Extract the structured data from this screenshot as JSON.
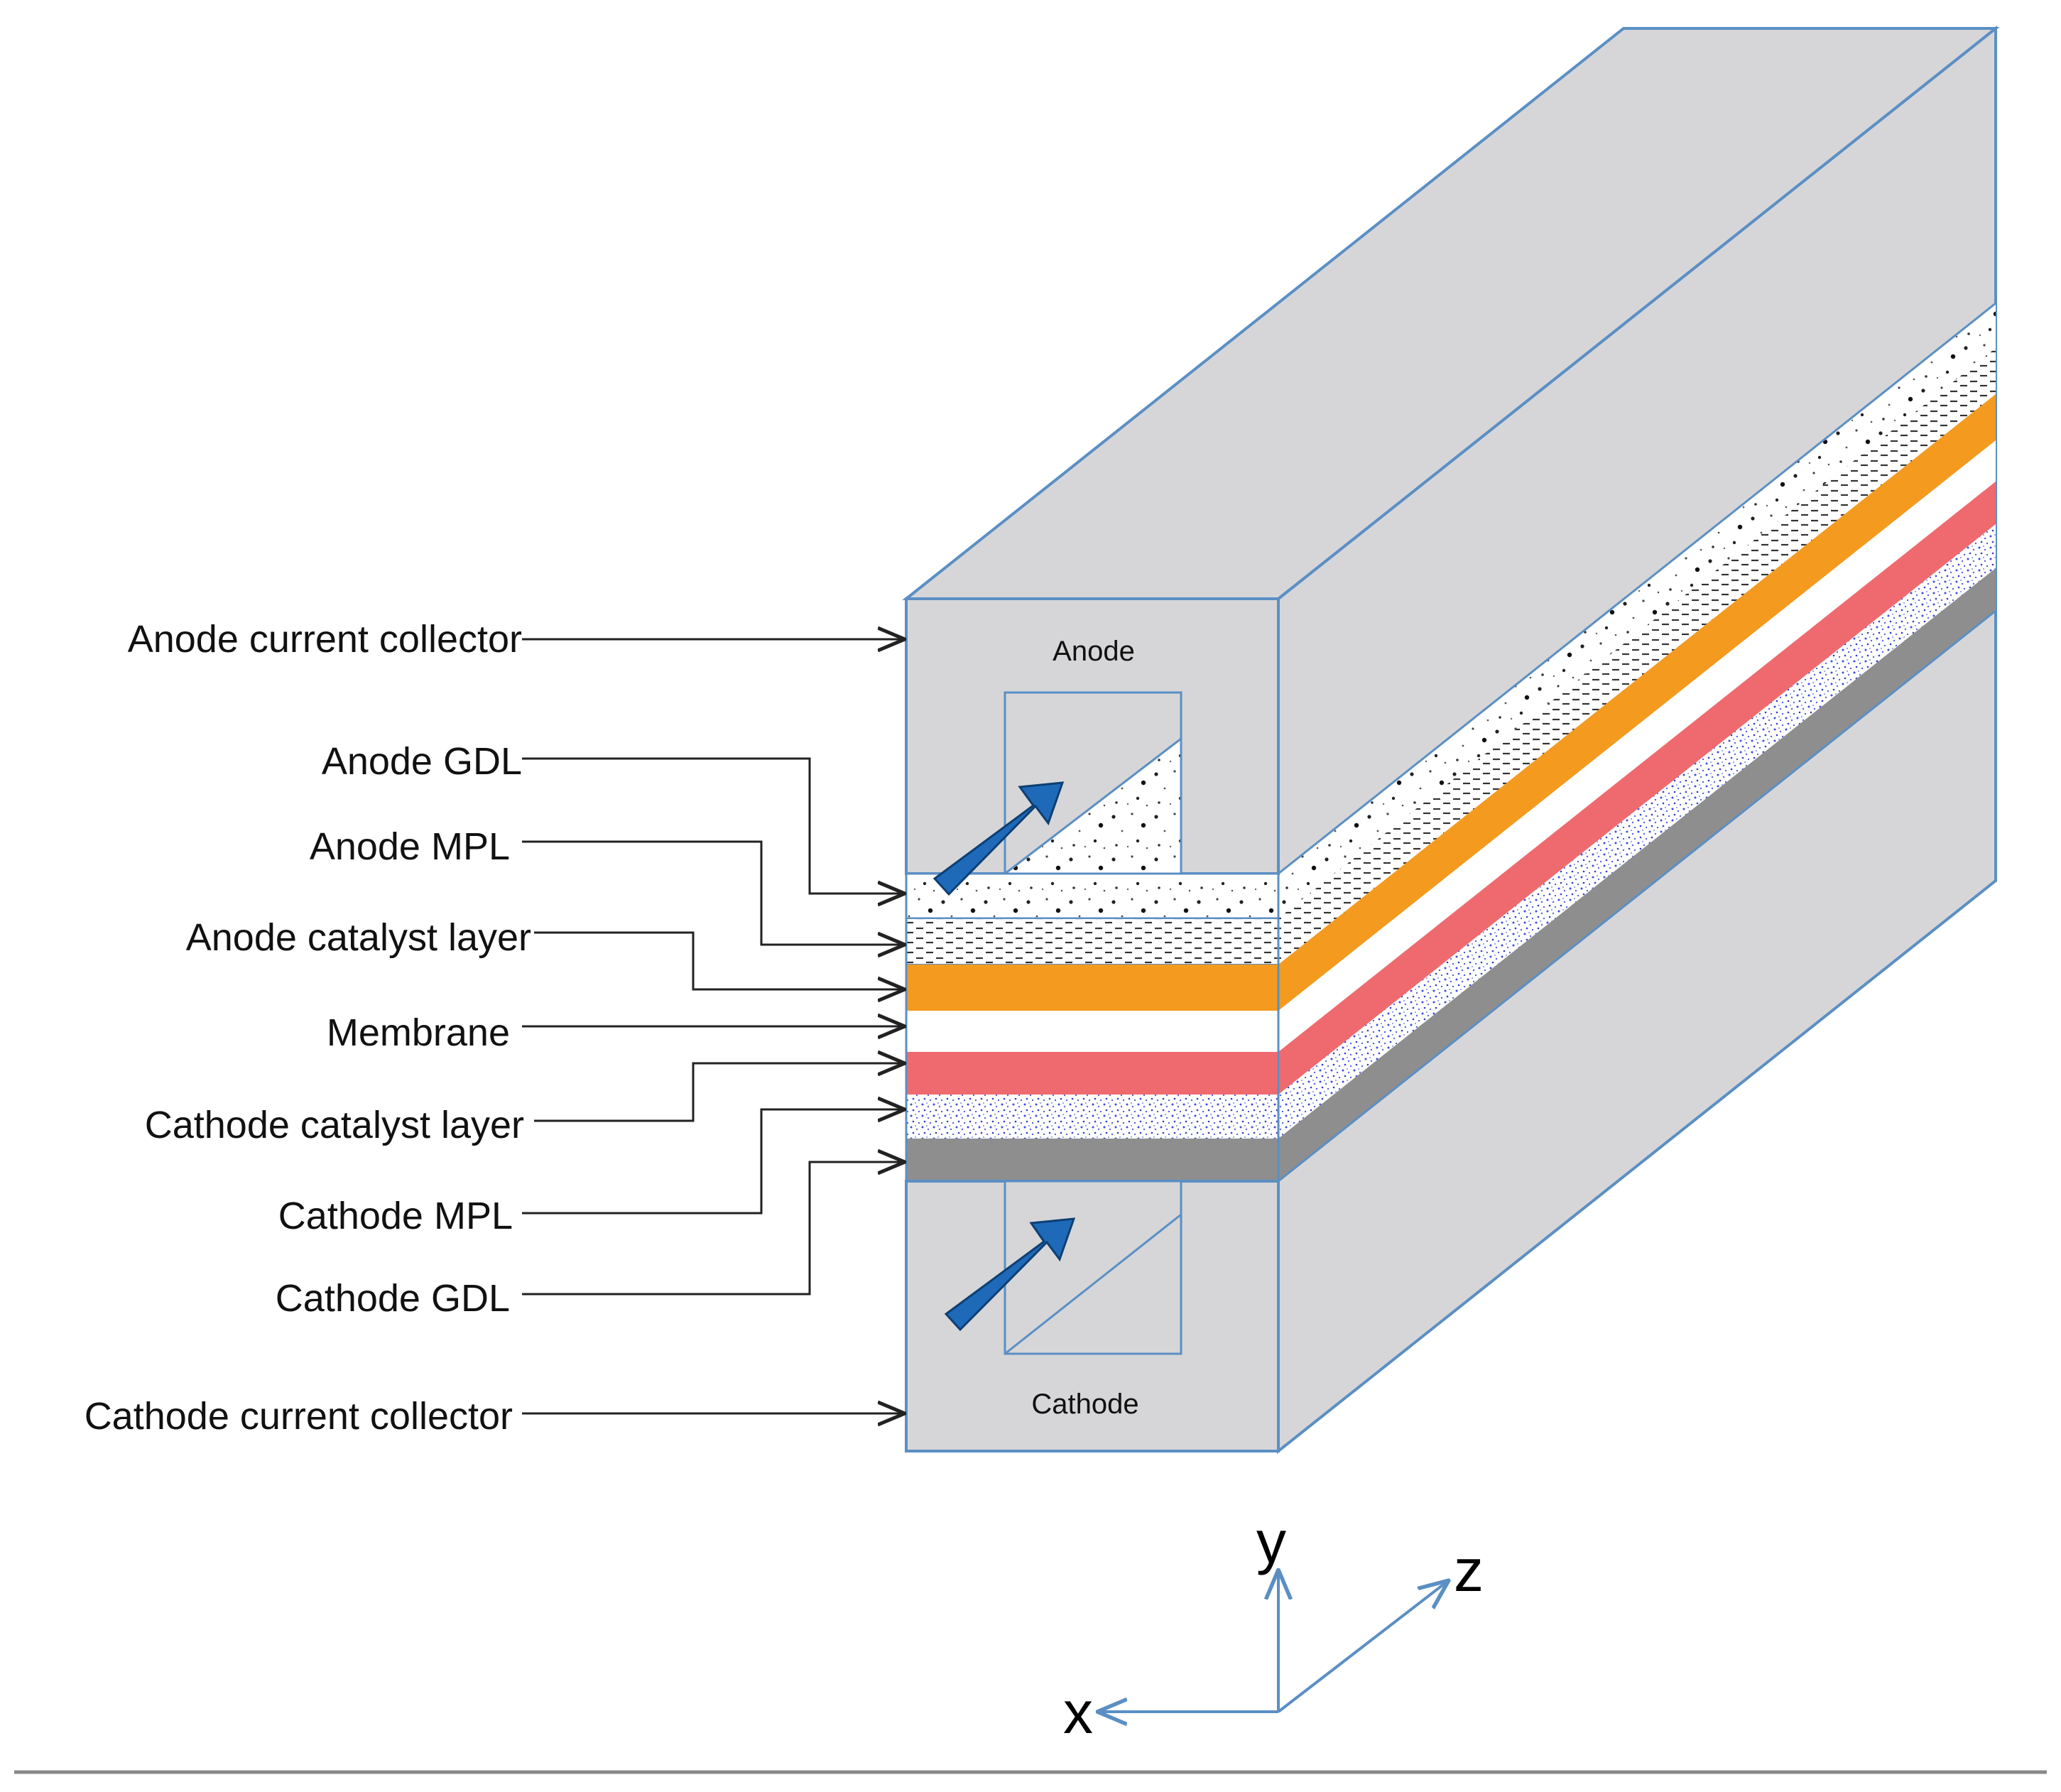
{
  "labels": {
    "anode_current_collector": "Anode current collector",
    "anode_gdl": "Anode GDL",
    "anode_mpl": "Anode MPL",
    "anode_catalyst_layer": "Anode catalyst layer",
    "membrane": "Membrane",
    "cathode_catalyst_layer": "Cathode catalyst layer",
    "cathode_mpl": "Cathode MPL",
    "cathode_gdl": "Cathode GDL",
    "cathode_current_collector": "Cathode current collector"
  },
  "channels": {
    "anode": "Anode",
    "cathode": "Cathode"
  },
  "axes": {
    "x": "x",
    "y": "y",
    "z": "z"
  },
  "colors": {
    "collector_fill": "#d6d6d8",
    "outline": "#5b8fc4",
    "catalyst_anode": "#f49a1e",
    "catalyst_cathode": "#ef6a6e",
    "membrane": "#ffffff",
    "cathode_mpl": "#8e8e8e",
    "flow_arrow": "#1e6ab8",
    "leader_line": "#222222",
    "baseline": "#888888"
  }
}
